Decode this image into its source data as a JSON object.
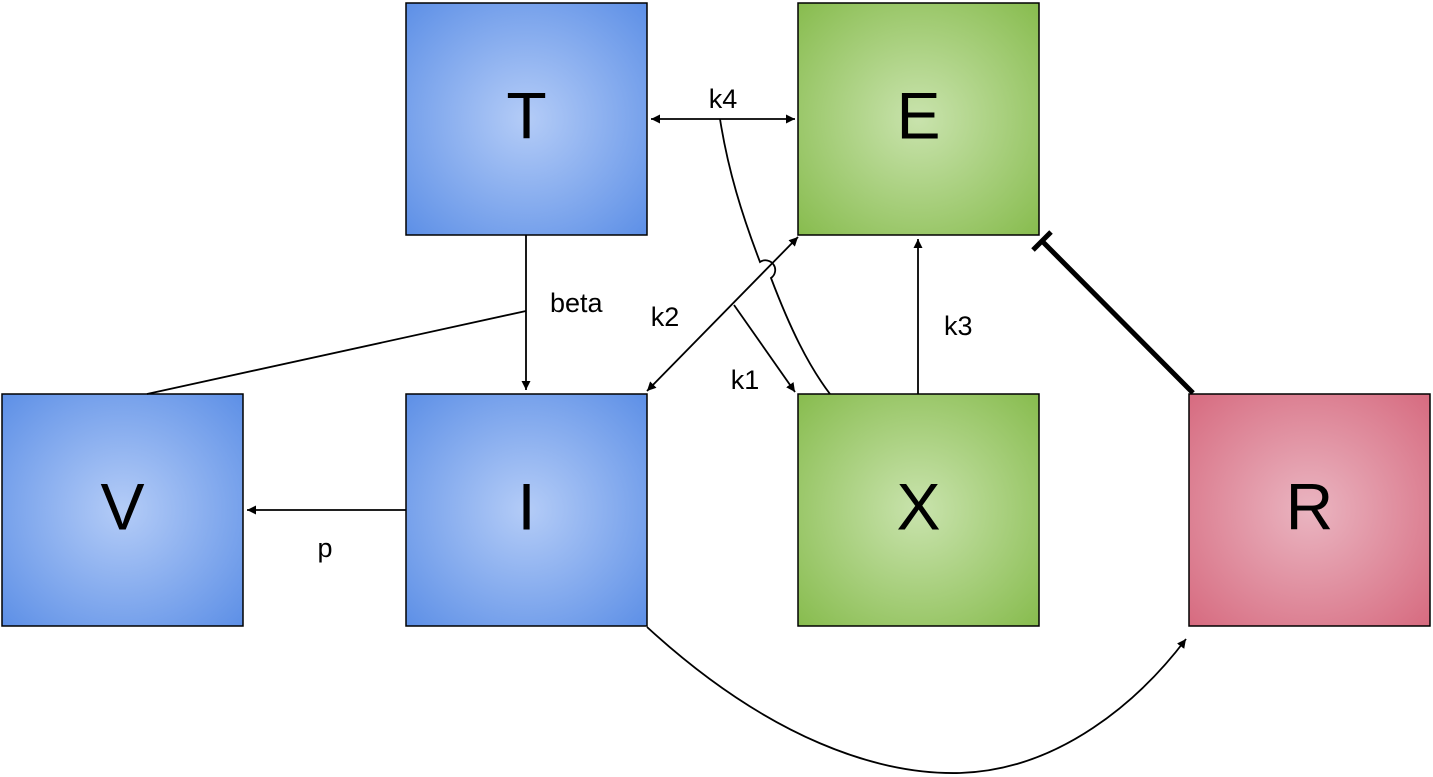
{
  "colors": {
    "blue_center": "#b4ccf7",
    "blue_edge": "#5b8ee6",
    "green_center": "#c9e3ad",
    "green_edge": "#86bb4c",
    "red_center": "#eab5c1",
    "red_edge": "#d6697e"
  },
  "nodes": {
    "T": {
      "label": "T",
      "color": "blue"
    },
    "E": {
      "label": "E",
      "color": "green"
    },
    "V": {
      "label": "V",
      "color": "blue"
    },
    "I": {
      "label": "I",
      "color": "blue"
    },
    "X": {
      "label": "X",
      "color": "green"
    },
    "R": {
      "label": "R",
      "color": "red"
    }
  },
  "edges": {
    "k4": {
      "label": "k4",
      "from": "T",
      "to": "E",
      "kind": "bidirectional"
    },
    "beta": {
      "label": "beta",
      "from": "T",
      "to": "I",
      "kind": "arrow",
      "modifier": "V"
    },
    "k2": {
      "label": "k2",
      "from": "I",
      "to": "E",
      "kind": "bidirectional"
    },
    "k1": {
      "label": "k1",
      "to": "X",
      "kind": "arrow"
    },
    "k3": {
      "label": "k3",
      "from": "X",
      "to": "E",
      "kind": "arrow"
    },
    "p": {
      "label": "p",
      "from": "I",
      "to": "V",
      "kind": "arrow"
    },
    "inhibition": {
      "from": "R",
      "to": "E",
      "kind": "inhibition"
    },
    "activation": {
      "from": "I",
      "to": "R",
      "kind": "arrow"
    }
  }
}
